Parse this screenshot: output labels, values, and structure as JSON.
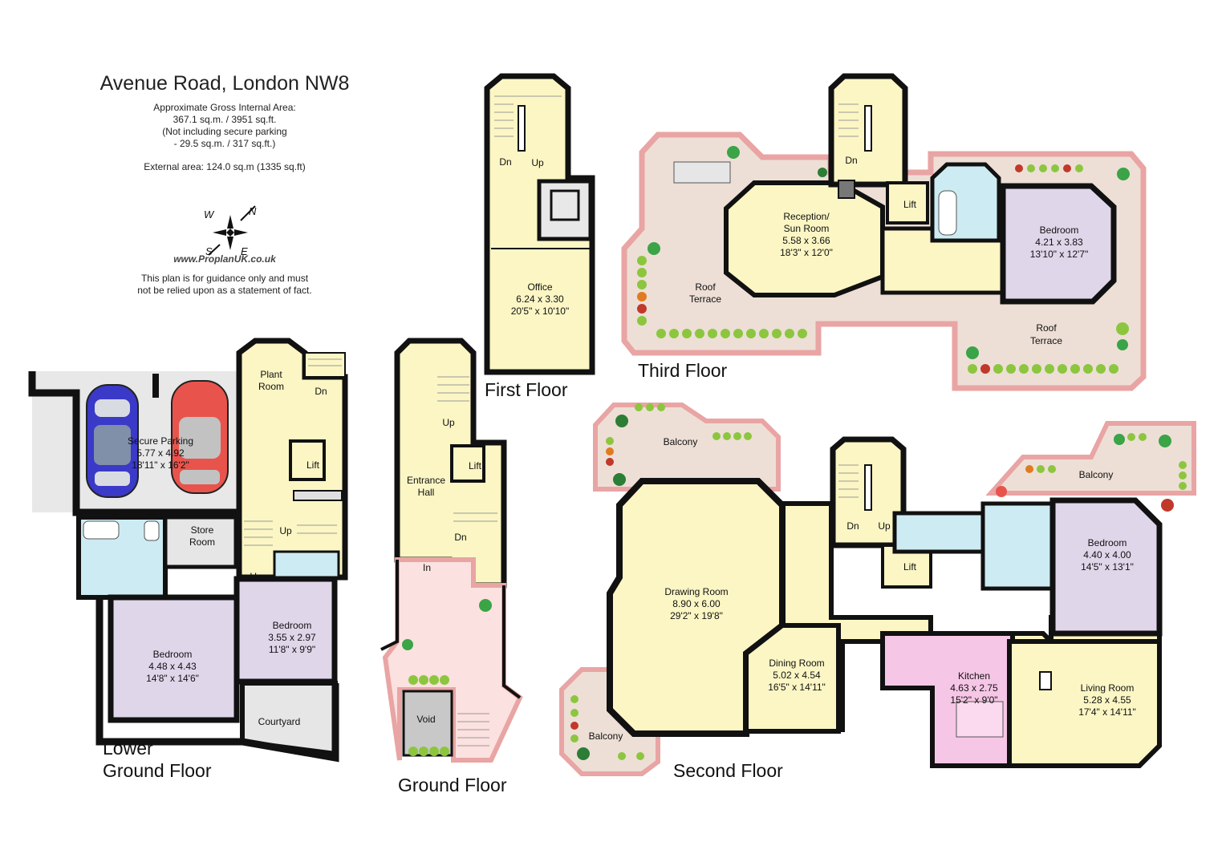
{
  "header": {
    "title": "Avenue Road, London NW8",
    "area_label": "Approximate Gross Internal Area:",
    "area_value": "367.1 sq.m. / 3951 sq.ft.",
    "exclusion_line1": "(Not including secure parking",
    "exclusion_line2": "- 29.5 sq.m. / 317 sq.ft.)",
    "external_area": "External area: 124.0 sq.m (1335 sq.ft)",
    "website": "www.ProplanUK.co.uk",
    "disclaimer_line1": "This plan is for guidance only and must",
    "disclaimer_line2": "not be relied upon as a statement of fact."
  },
  "compass": {
    "n": "N",
    "e": "E",
    "s": "S",
    "w": "W"
  },
  "colors": {
    "wall": "#111111",
    "corridor": "#fbf6c4",
    "bedroom": "#e0d6ea",
    "bathroom": "#cdebf2",
    "kitchen": "#f6c6e6",
    "terrace": "#eddfd6",
    "terrace_edge": "#e9a4a4",
    "parking": "#e8e8e8",
    "entrance": "#fbe1df"
  },
  "floors": {
    "lower_ground": {
      "label_line1": "Lower",
      "label_line2": "Ground Floor",
      "rooms": {
        "parking": {
          "name": "Secure Parking",
          "dims_m": "5.77 x 4.92",
          "dims_ft": "18'11\" x 16'2\""
        },
        "plant": {
          "name_line1": "Plant",
          "name_line2": "Room"
        },
        "store": {
          "name_line1": "Store",
          "name_line2": "Room"
        },
        "bedroom_main": {
          "name": "Bedroom",
          "dims_m": "4.48 x 4.43",
          "dims_ft": "14'8\" x 14'6\""
        },
        "bedroom_2": {
          "name": "Bedroom",
          "dims_m": "3.55 x 2.97",
          "dims_ft": "11'8\" x 9'9\""
        },
        "courtyard": {
          "name": "Courtyard"
        }
      },
      "marks": {
        "lift": "Lift",
        "up": "Up",
        "up_2": "Up",
        "dn": "Dn"
      }
    },
    "ground": {
      "label": "Ground Floor",
      "rooms": {
        "hall": {
          "name_line1": "Entrance",
          "name_line2": "Hall"
        },
        "void": {
          "name": "Void"
        }
      },
      "marks": {
        "lift": "Lift",
        "up": "Up",
        "dn": "Dn",
        "in": "In"
      }
    },
    "first": {
      "label": "First Floor",
      "rooms": {
        "office": {
          "name": "Office",
          "dims_m": "6.24 x 3.30",
          "dims_ft": "20'5\" x 10'10\""
        }
      },
      "marks": {
        "dn": "Dn",
        "up": "Up"
      }
    },
    "second": {
      "label": "Second Floor",
      "rooms": {
        "balcony_top_left": {
          "name": "Balcony"
        },
        "balcony_top_right": {
          "name": "Balcony"
        },
        "balcony_bottom": {
          "name": "Balcony"
        },
        "drawing": {
          "name": "Drawing Room",
          "dims_m": "8.90 x 6.00",
          "dims_ft": "29'2\" x 19'8\""
        },
        "dining": {
          "name": "Dining Room",
          "dims_m": "5.02 x 4.54",
          "dims_ft": "16'5\" x 14'11\""
        },
        "kitchen": {
          "name": "Kitchen",
          "dims_m": "4.63 x 2.75",
          "dims_ft": "15'2\" x 9'0\""
        },
        "bedroom": {
          "name": "Bedroom",
          "dims_m": "4.40 x 4.00",
          "dims_ft": "14'5\" x 13'1\""
        },
        "living": {
          "name": "Living Room",
          "dims_m": "5.28 x 4.55",
          "dims_ft": "17'4\" x 14'11\""
        }
      },
      "marks": {
        "dn": "Dn",
        "up": "Up",
        "lift": "Lift"
      }
    },
    "third": {
      "label": "Third Floor",
      "rooms": {
        "reception": {
          "name_line1": "Reception/",
          "name_line2": "Sun Room",
          "dims_m": "5.58 x 3.66",
          "dims_ft": "18'3\" x 12'0\""
        },
        "bedroom": {
          "name": "Bedroom",
          "dims_m": "4.21 x 3.83",
          "dims_ft": "13'10\" x 12'7\""
        },
        "roof_terrace_left": {
          "name_line1": "Roof",
          "name_line2": "Terrace"
        },
        "roof_terrace_right": {
          "name_line1": "Roof",
          "name_line2": "Terrace"
        }
      },
      "marks": {
        "dn": "Dn",
        "lift": "Lift"
      }
    }
  }
}
